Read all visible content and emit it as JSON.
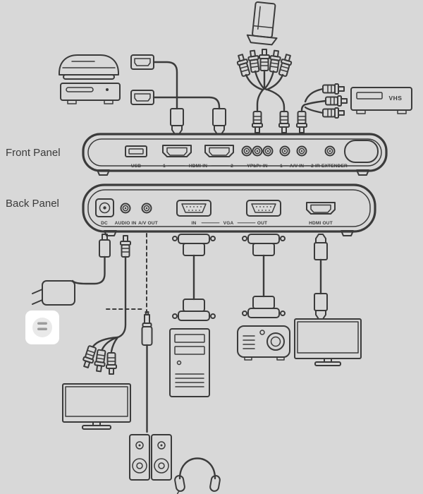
{
  "colors": {
    "background": "#d8d8d8",
    "line": "#3b3b3b",
    "outlet_fill": "#ffffff"
  },
  "panel_labels": {
    "front": "Front Panel",
    "back": "Back Panel"
  },
  "front_panel": {
    "usb": "USB",
    "hdmi_num_left": "1",
    "hdmi": "HDMI IN",
    "hdmi_num_right": "2",
    "ypbpr": "YPbPr IN",
    "av_num_left": "1",
    "av": "A/V IN",
    "av_num_right": "2",
    "ir": "IR EXTENDER"
  },
  "back_panel": {
    "dc": "DC",
    "audio_in": "AUDIO IN",
    "av_out": "A/V OUT",
    "vga_in": "IN",
    "vga": "VGA",
    "vga_out": "OUT",
    "hdmi_out": "HDMI OUT"
  },
  "devices": {
    "vhs_label": "VHS",
    "names": [
      "playstation-console",
      "dvd-player",
      "wii-console",
      "hdmi-cable-1",
      "hdmi-cable-2",
      "component-cable",
      "composite-cable",
      "vhs-player",
      "power-adapter",
      "wall-outlet",
      "audio-rca-cable",
      "headphone-jack-cable",
      "vga-cable-in",
      "vga-cable-out",
      "hdmi-out-cable",
      "desktop-computer",
      "projector",
      "tv-left",
      "tv-right",
      "speakers",
      "headphones"
    ]
  }
}
